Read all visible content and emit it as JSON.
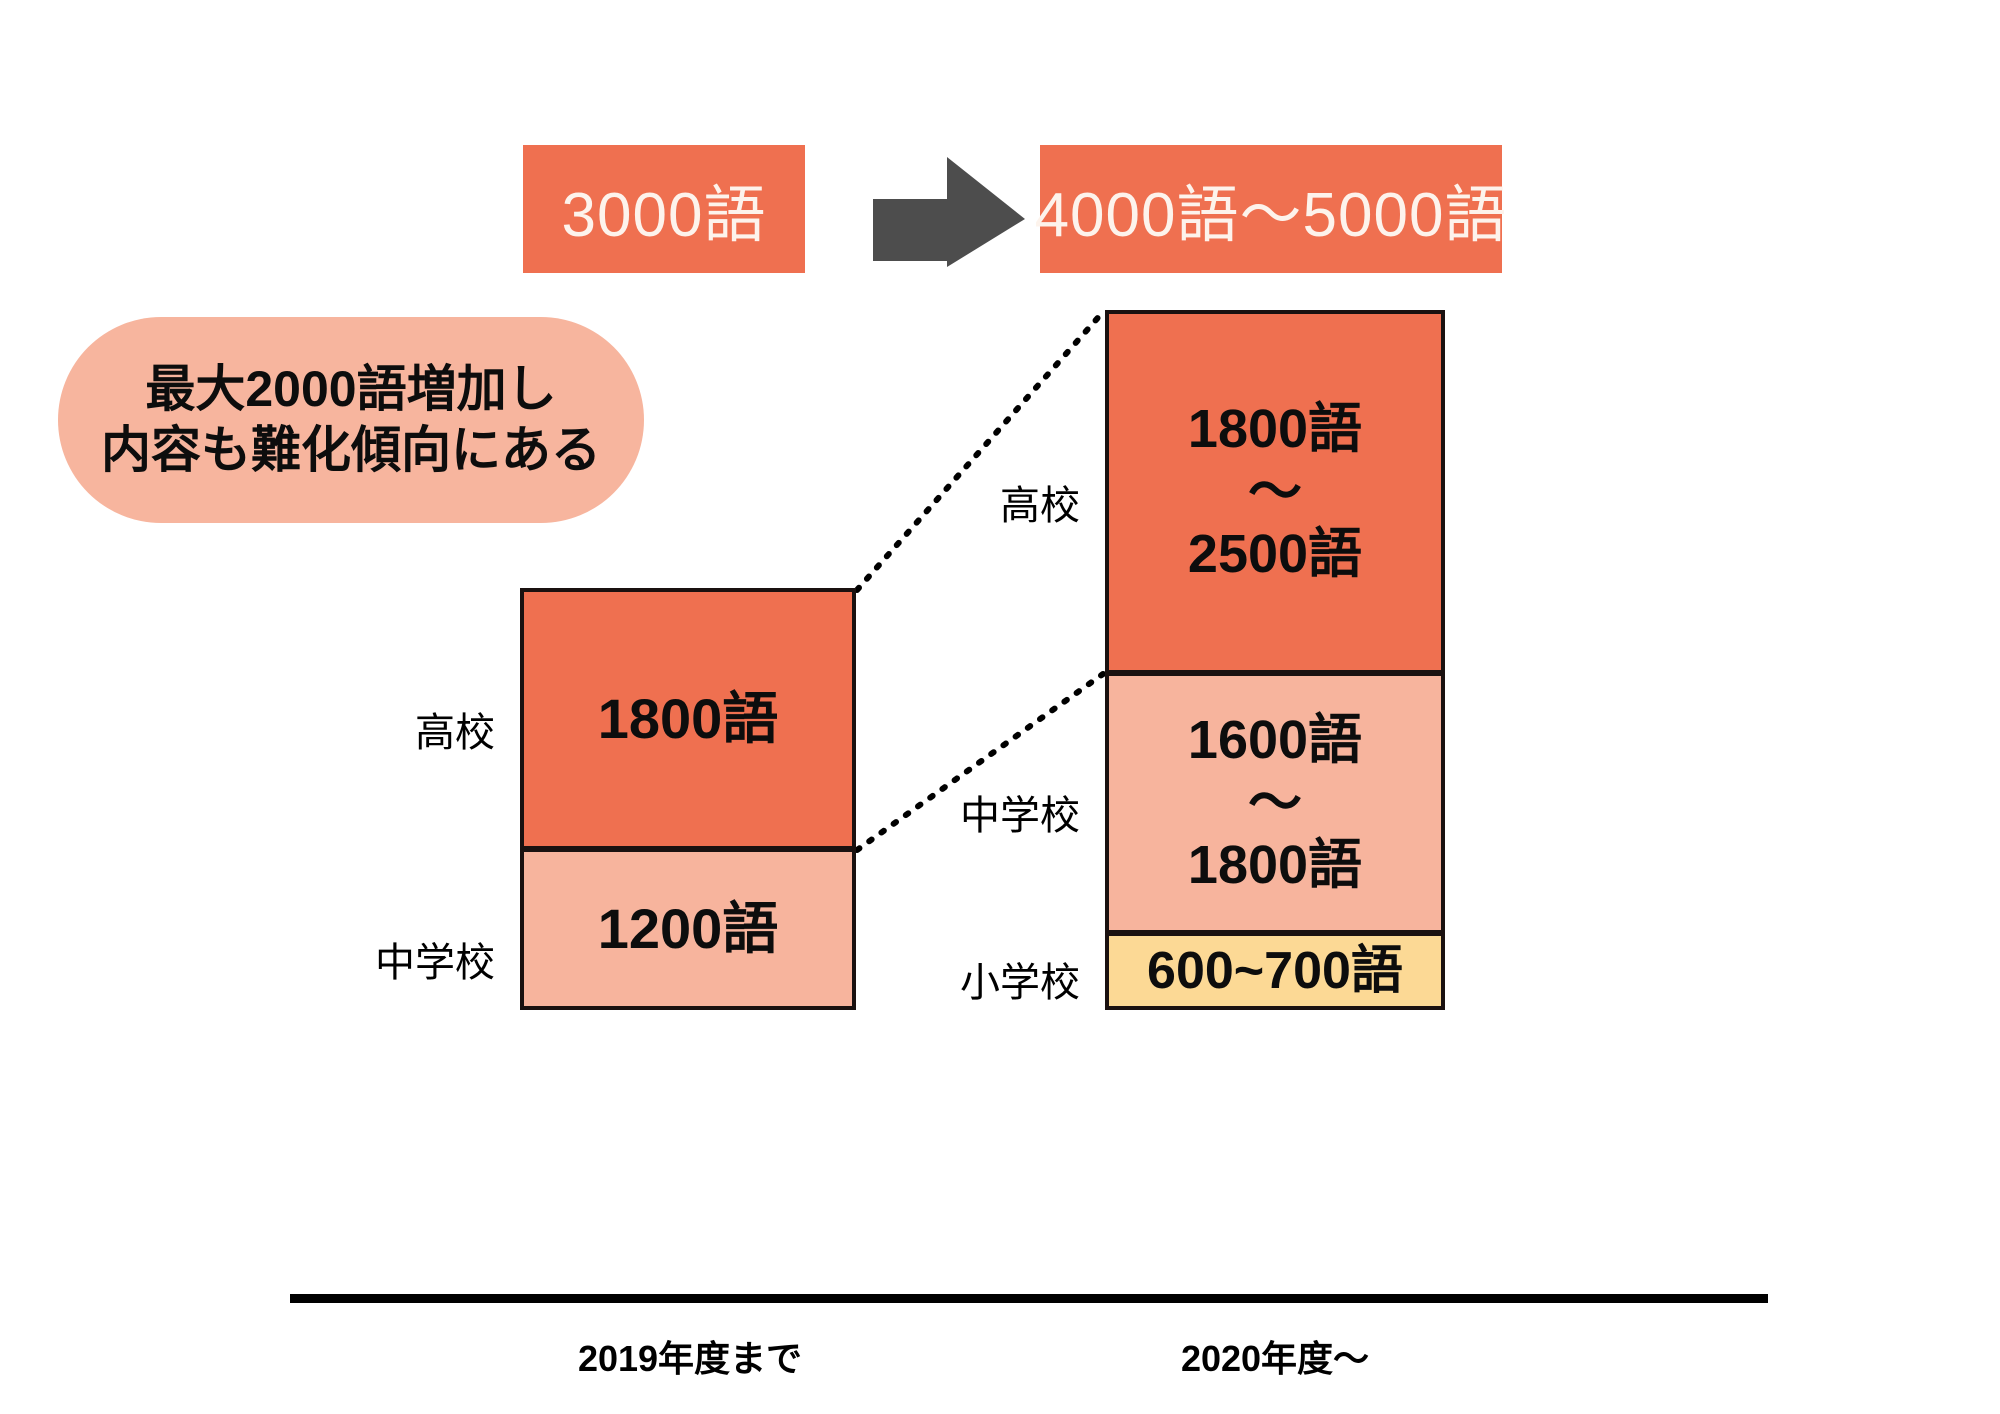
{
  "banners": {
    "before": "3000語",
    "after": "4000語〜5000語",
    "arrow_icon": "right-arrow-icon"
  },
  "callout": {
    "line1": "最大2000語増加し",
    "line2": "内容も難化傾向にある"
  },
  "colors": {
    "high_school": "#ef7050",
    "junior_high": "#f7b49d",
    "elementary": "#fcd995",
    "callout_bg": "#f7b59e",
    "arrow": "#4d4d4d",
    "axis": "#000000"
  },
  "chart_data": {
    "type": "bar",
    "title": "",
    "xlabel": "",
    "ylabel": "",
    "categories": [
      "2019年度まで",
      "2020年度〜"
    ],
    "stacked": true,
    "grid": false,
    "legend": "none",
    "series": [
      {
        "name": "小学校",
        "values": [
          null,
          650
        ],
        "labels": [
          "",
          "600~700語"
        ],
        "range": [
          600,
          700
        ],
        "color": "#fcd995"
      },
      {
        "name": "中学校",
        "values": [
          1200,
          1700
        ],
        "labels": [
          "1200語",
          "1600語\n〜\n1800語"
        ],
        "range": [
          1600,
          1800
        ],
        "color": "#f7b49d"
      },
      {
        "name": "高校",
        "values": [
          1800,
          2150
        ],
        "labels": [
          "1800語",
          "1800語\n〜\n2500語"
        ],
        "range": [
          1800,
          2500
        ],
        "color": "#ef7050"
      }
    ],
    "totals": [
      "3000語",
      "4000語〜5000語"
    ],
    "annotations": [
      "最大2000語増加し",
      "内容も難化傾向にある"
    ]
  },
  "left_bar": {
    "high_label": "高校",
    "high_value": "1800語",
    "mid_label": "中学校",
    "mid_value": "1200語",
    "category": "2019年度まで"
  },
  "right_bar": {
    "high_label": "高校",
    "high_value": "1800語\n〜\n2500語",
    "mid_label": "中学校",
    "mid_value": "1600語\n〜\n1800語",
    "elem_label": "小学校",
    "elem_value": "600~700語",
    "category": "2020年度〜"
  }
}
